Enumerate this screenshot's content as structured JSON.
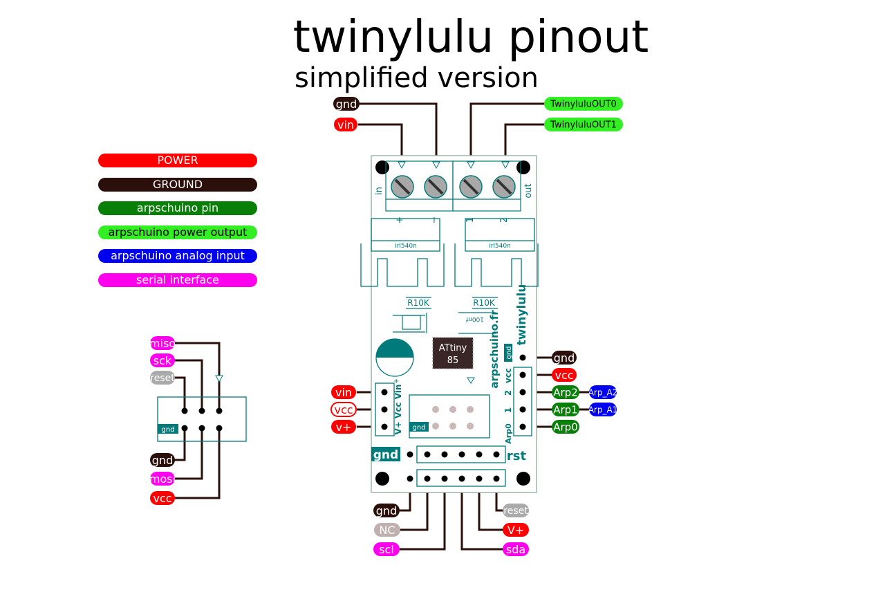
{
  "title": "twinylulu pinout",
  "subtitle": "simplified version",
  "colors": {
    "power": "#ff0000",
    "ground": "#2a0f0a",
    "pin": "#088008",
    "power_output": "#33ee22",
    "analog": "#0000ee",
    "serial": "#ff00ee",
    "nc": "#c0b0b0",
    "reset": "#aaaaaa",
    "board": "#007a7a"
  },
  "legend": [
    {
      "label": "POWER",
      "color": "#ff0000",
      "text": "#ffffff"
    },
    {
      "label": "GROUND",
      "color": "#2a0f0a",
      "text": "#ffffff"
    },
    {
      "label": "arpschuino pin",
      "color": "#088008",
      "text": "#ffffff"
    },
    {
      "label": "arpschuino power output",
      "color": "#33ee22",
      "text": "#000000"
    },
    {
      "label": "arpschuino analog input",
      "color": "#0000ee",
      "text": "#ffffff"
    },
    {
      "label": "serial interface",
      "color": "#ff00ee",
      "text": "#ffffff"
    }
  ],
  "terminal_labels": {
    "gnd": "gnd",
    "vin": "vin",
    "out0": "TwinyluluOUT0",
    "out1": "TwinyluluOUT1"
  },
  "right_pins": {
    "gnd": "gnd",
    "vcc": "vcc",
    "arp2": "Arp2",
    "arp1": "Arp1",
    "arp0": "Arp0",
    "a2": "Arp_A2",
    "a1": "Arp_A1"
  },
  "left_pins": {
    "vin": "vin",
    "vcc": "vcc",
    "vplus": "v+"
  },
  "bottom_pins": {
    "gnd": "gnd",
    "nc": "NC",
    "scl": "scl",
    "reset": "reset",
    "vplus": "V+",
    "sda": "sda"
  },
  "isp": {
    "miso": "miso",
    "sck": "sck",
    "reset": "reset",
    "gnd": "gnd",
    "mosi": "mosi",
    "vcc": "vcc",
    "gnd_tag": "gnd"
  },
  "board": {
    "in": "in",
    "out": "out",
    "plus": "+",
    "minus": "−",
    "one": "1",
    "two": "2",
    "mosfet": "irl540n",
    "r10k": "R10K",
    "cap": "100nf",
    "chip": "ATtiny",
    "chip2": "85",
    "arp": "arpschuino.fr",
    "twiny": "twinylulu",
    "gnd_tag": "gnd",
    "vcc_tag": "vcc",
    "pin2": "2",
    "pin1": "1",
    "arp0": "Arp0",
    "v_labels": "V+ Vcc Vin",
    "gnd_big": "gnd",
    "rst": "rst",
    "cap_plus": "+"
  }
}
